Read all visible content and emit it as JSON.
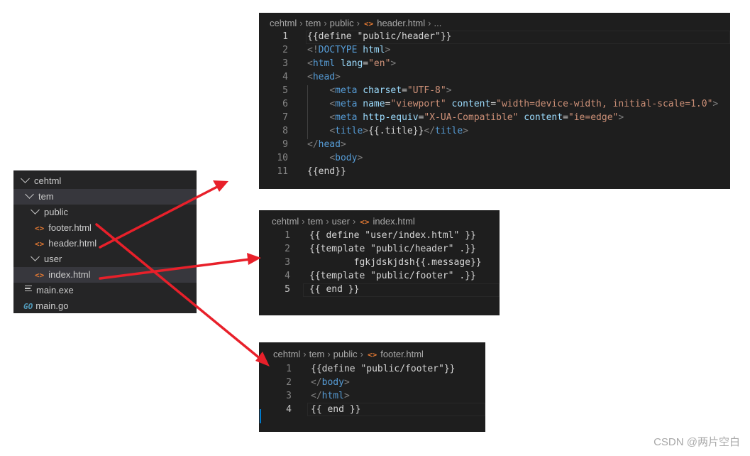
{
  "explorer": {
    "items": [
      {
        "label": "cehtml",
        "kind": "folder"
      },
      {
        "label": "tem",
        "kind": "folder"
      },
      {
        "label": "public",
        "kind": "folder"
      },
      {
        "label": "footer.html",
        "kind": "html"
      },
      {
        "label": "header.html",
        "kind": "html"
      },
      {
        "label": "user",
        "kind": "folder"
      },
      {
        "label": "index.html",
        "kind": "html"
      },
      {
        "label": "main.exe",
        "kind": "exe"
      },
      {
        "label": "main.go",
        "kind": "go"
      }
    ],
    "icons": {
      "folder": "chevron-down-icon",
      "html": "html-file-icon",
      "exe": "text-file-icon",
      "go": "go-file-icon"
    },
    "html_glyph": "<>",
    "go_glyph": "GO"
  },
  "header_editor": {
    "breadcrumb": [
      "cehtml",
      "tem",
      "public",
      "header.html",
      "..."
    ],
    "line_numbers": [
      "1",
      "2",
      "3",
      "4",
      "5",
      "6",
      "7",
      "8",
      "9",
      "10",
      "11"
    ],
    "lines": [
      [
        [
          "txt",
          "{{define \"public/header\"}}"
        ]
      ],
      [
        [
          "ang",
          "<!"
        ],
        [
          "tag",
          "DOCTYPE"
        ],
        [
          "txt",
          " "
        ],
        [
          "attr",
          "html"
        ],
        [
          "ang",
          ">"
        ]
      ],
      [
        [
          "ang",
          "<"
        ],
        [
          "tag",
          "html"
        ],
        [
          "txt",
          " "
        ],
        [
          "attr",
          "lang"
        ],
        [
          "txt",
          "="
        ],
        [
          "str",
          "\"en\""
        ],
        [
          "ang",
          ">"
        ]
      ],
      [
        [
          "ang",
          "<"
        ],
        [
          "tag",
          "head"
        ],
        [
          "ang",
          ">"
        ]
      ],
      [
        [
          "txt",
          "    "
        ],
        [
          "ang",
          "<"
        ],
        [
          "tag",
          "meta"
        ],
        [
          "txt",
          " "
        ],
        [
          "attr",
          "charset"
        ],
        [
          "txt",
          "="
        ],
        [
          "str",
          "\"UTF-8\""
        ],
        [
          "ang",
          ">"
        ]
      ],
      [
        [
          "txt",
          "    "
        ],
        [
          "ang",
          "<"
        ],
        [
          "tag",
          "meta"
        ],
        [
          "txt",
          " "
        ],
        [
          "attr",
          "name"
        ],
        [
          "txt",
          "="
        ],
        [
          "str",
          "\"viewport\""
        ],
        [
          "txt",
          " "
        ],
        [
          "attr",
          "content"
        ],
        [
          "txt",
          "="
        ],
        [
          "str",
          "\"width=device-width, initial-scale=1.0\""
        ],
        [
          "ang",
          ">"
        ]
      ],
      [
        [
          "txt",
          "    "
        ],
        [
          "ang",
          "<"
        ],
        [
          "tag",
          "meta"
        ],
        [
          "txt",
          " "
        ],
        [
          "attr",
          "http-equiv"
        ],
        [
          "txt",
          "="
        ],
        [
          "str",
          "\"X-UA-Compatible\""
        ],
        [
          "txt",
          " "
        ],
        [
          "attr",
          "content"
        ],
        [
          "txt",
          "="
        ],
        [
          "str",
          "\"ie=edge\""
        ],
        [
          "ang",
          ">"
        ]
      ],
      [
        [
          "txt",
          "    "
        ],
        [
          "ang",
          "<"
        ],
        [
          "tag",
          "title"
        ],
        [
          "ang",
          ">"
        ],
        [
          "txt",
          "{{.title}}"
        ],
        [
          "ang",
          "</"
        ],
        [
          "tag",
          "title"
        ],
        [
          "ang",
          ">"
        ]
      ],
      [
        [
          "ang",
          "</"
        ],
        [
          "tag",
          "head"
        ],
        [
          "ang",
          ">"
        ]
      ],
      [
        [
          "txt",
          "    "
        ],
        [
          "ang",
          "<"
        ],
        [
          "tag",
          "body"
        ],
        [
          "ang",
          ">"
        ]
      ],
      [
        [
          "txt",
          "{{end}}"
        ]
      ]
    ]
  },
  "index_editor": {
    "breadcrumb": [
      "cehtml",
      "tem",
      "user",
      "index.html"
    ],
    "line_numbers": [
      "1",
      "2",
      "3",
      "4",
      "5"
    ],
    "lines": [
      [
        [
          "txt",
          "{{ define \"user/index.html\" }}"
        ]
      ],
      [
        [
          "txt",
          "{{template \"public/header\" .}}"
        ]
      ],
      [
        [
          "txt",
          "        fgkjdskjdsh{{.message}}"
        ]
      ],
      [
        [
          "txt",
          "{{template \"public/footer\" .}}"
        ]
      ],
      [
        [
          "txt",
          "{{ end }}"
        ]
      ]
    ]
  },
  "footer_editor": {
    "breadcrumb": [
      "cehtml",
      "tem",
      "public",
      "footer.html"
    ],
    "line_numbers": [
      "1",
      "2",
      "3",
      "4"
    ],
    "lines": [
      [
        [
          "txt",
          "{{define \"public/footer\"}}"
        ]
      ],
      [
        [
          "ang",
          "</"
        ],
        [
          "tag",
          "body"
        ],
        [
          "ang",
          ">"
        ]
      ],
      [
        [
          "ang",
          "</"
        ],
        [
          "tag",
          "html"
        ],
        [
          "ang",
          ">"
        ]
      ],
      [
        [
          "txt",
          "{{ end }}"
        ]
      ]
    ]
  },
  "watermark": "CSDN @两片空白",
  "colors": {
    "arrow": "#e8202a",
    "editor_bg": "#1e1e1e",
    "explorer_bg": "#252526"
  }
}
